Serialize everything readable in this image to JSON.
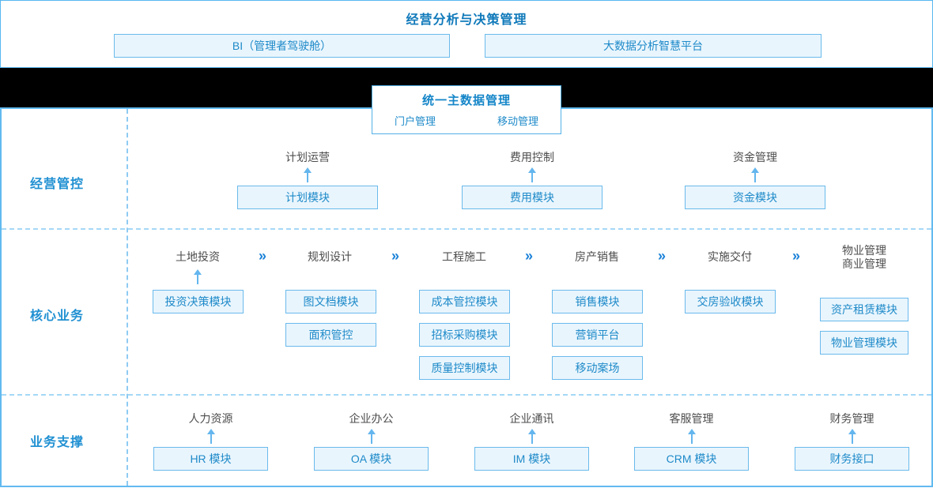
{
  "colors": {
    "accent_blue": "#1e8ac9",
    "title_blue": "#0f79ba",
    "box_fill": "#e9f5fd",
    "box_border": "#6abaec",
    "outer_border": "#58b6f0",
    "dashed_line": "#a5d8f6",
    "chevron_blue": "#1b82d8",
    "category_text": "#4d4d4d",
    "band_black": "#000000"
  },
  "top_section": {
    "title": "经营分析与决策管理",
    "boxes": [
      {
        "label": "BI（管理者驾驶舱）"
      },
      {
        "label": "大数据分析智慧平台"
      }
    ]
  },
  "master_data": {
    "title": "统一主数据管理",
    "links": [
      {
        "label": "门户管理"
      },
      {
        "label": "移动管理"
      }
    ]
  },
  "rows": {
    "operation_control": {
      "label": "经营管控",
      "groups": [
        {
          "category": "计划运营",
          "module": "计划模块"
        },
        {
          "category": "费用控制",
          "module": "费用模块"
        },
        {
          "category": "资金管理",
          "module": "资金模块"
        }
      ]
    },
    "core_business": {
      "label": "核心业务",
      "chevron": "»",
      "stages": [
        {
          "name": "土地投资",
          "modules": [
            "投资决策模块"
          ]
        },
        {
          "name": "规划设计",
          "modules": [
            "图文档模块",
            "面积管控"
          ]
        },
        {
          "name": "工程施工",
          "modules": [
            "成本管控模块",
            "招标采购模块",
            "质量控制模块"
          ]
        },
        {
          "name": "房产销售",
          "modules": [
            "销售模块",
            "营销平台",
            "移动案场"
          ]
        },
        {
          "name": "实施交付",
          "modules": [
            "交房验收模块"
          ]
        },
        {
          "name": "物业管理",
          "name2": "商业管理",
          "modules": [
            "资产租赁模块",
            "物业管理模块"
          ]
        }
      ]
    },
    "business_support": {
      "label": "业务支撑",
      "groups": [
        {
          "category": "人力资源",
          "module": "HR 模块"
        },
        {
          "category": "企业办公",
          "module": "OA 模块"
        },
        {
          "category": "企业通讯",
          "module": "IM 模块"
        },
        {
          "category": "客服管理",
          "module": "CRM 模块"
        },
        {
          "category": "财务管理",
          "module": "财务接口"
        }
      ]
    }
  }
}
